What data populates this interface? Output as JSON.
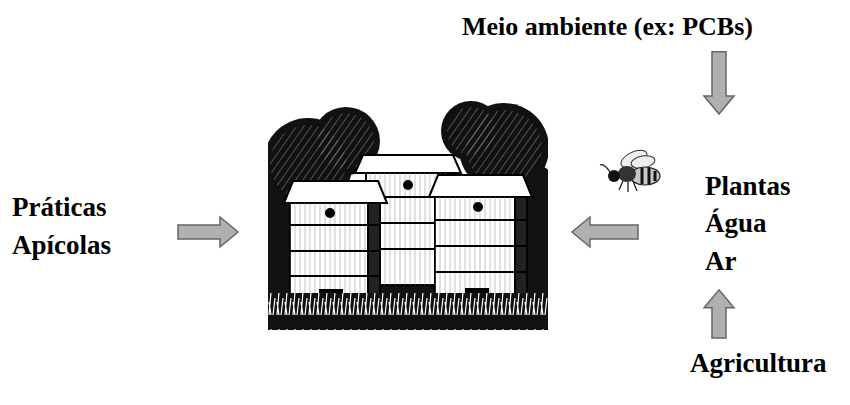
{
  "diagram": {
    "nodes": [
      {
        "text": [
          "Meio ambiente (ex: PCBs)"
        ]
      },
      {
        "text": [
          "Práticas Apícolas"
        ]
      },
      {
        "text": [
          "Plantas Água Ar"
        ]
      },
      {
        "text": [
          "Agricultura"
        ]
      }
    ],
    "edges": [
      {
        "from": 0,
        "to": 2,
        "arrow": "to"
      },
      {
        "from": 3,
        "to": 2,
        "arrow": "to"
      }
    ]
  }
}
